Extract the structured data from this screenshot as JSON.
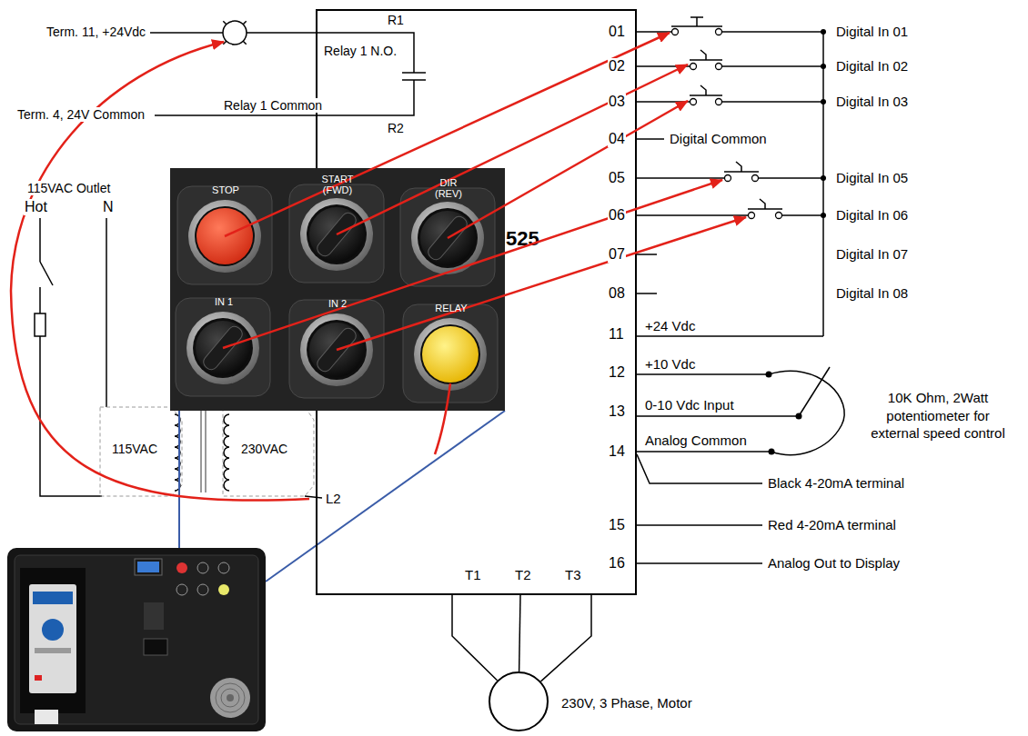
{
  "diagram": {
    "nodes": [
      {
        "text": [
          "525"
        ]
      },
      {
        "text": [
          "230V, 3 Phase, Motor"
        ]
      }
    ],
    "edges": [
      {
        "from": 0,
        "to": 1,
        "arrow": "none"
      },
      {
        "from": 0,
        "to": 1,
        "arrow": "none"
      },
      {
        "from": 0,
        "to": 1,
        "arrow": "none"
      }
    ],
    "labels": [
      "Term. 11, +24Vdc",
      "R1",
      "Relay 1 N.O.",
      "Relay 1 Common",
      "Term. 4, 24V Common",
      "R2",
      "115VAC Outlet",
      "Hot",
      "N",
      "115VAC",
      "230VAC",
      "L2",
      "STOP",
      "START (FWD)",
      "DIR (REV)",
      "IN 1",
      "IN 2",
      "RELAY",
      "01",
      "02",
      "03",
      "04",
      "05",
      "06",
      "07",
      "08",
      "11",
      "12",
      "13",
      "14",
      "15",
      "16",
      "T1",
      "T2",
      "T3",
      "Digital In 01",
      "Digital In 02",
      "Digital In 03",
      "Digital Common",
      "Digital In 05",
      "Digital In 06",
      "Digital In 07",
      "Digital In 08",
      "+24 Vdc",
      "+10 Vdc",
      "0-10 Vdc Input",
      "Analog Common",
      "10K Ohm, 2Watt potentiometer for external speed control",
      "Black 4-20mA terminal",
      "Red 4-20mA terminal",
      "Analog Out to Display"
    ]
  }
}
